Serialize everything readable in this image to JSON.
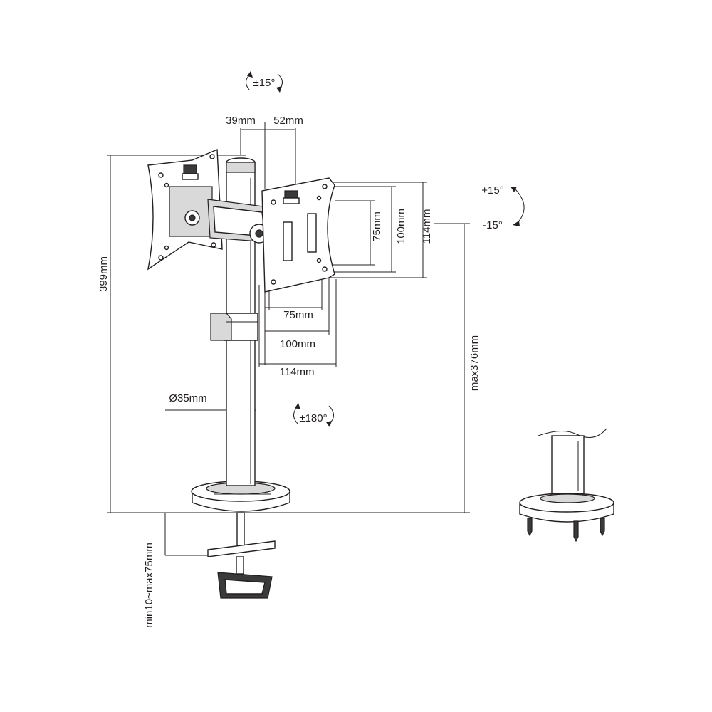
{
  "labels": {
    "swivel_top": "±15°",
    "offset_left": "39mm",
    "offset_right": "52mm",
    "tilt_up": "+15°",
    "tilt_down": "-15°",
    "vesa_v75": "75mm",
    "vesa_v100": "100mm",
    "vesa_v114": "114mm",
    "vesa_h75": "75mm",
    "vesa_h100": "100mm",
    "vesa_h114": "114mm",
    "total_height": "399mm",
    "max_height": "max376mm",
    "pole_diameter": "Ø35mm",
    "rotation": "±180°",
    "desk_thickness": "min10~max75mm"
  },
  "colors": {
    "line": "#231f20",
    "metal_fill": "#d9d9d9",
    "dark_fill": "#3a3a3a"
  }
}
